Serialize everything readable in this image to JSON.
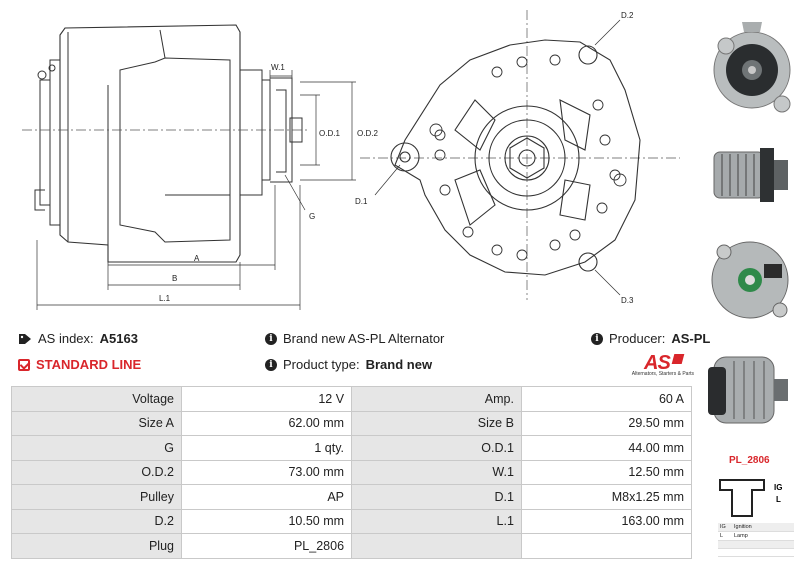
{
  "drawing": {
    "labels": {
      "w1": "W.1",
      "od1": "O.D.1",
      "od2": "O.D.2",
      "g": "G",
      "a": "A",
      "b": "B",
      "l1": "L.1",
      "d1": "D.1",
      "d2": "D.2",
      "d3": "D.3"
    }
  },
  "info": {
    "as_index_label": "AS index:",
    "as_index_value": "A5163",
    "brand_label": "Brand new AS-PL Alternator",
    "producer_label": "Producer:",
    "producer_value": "AS-PL",
    "standard_line": "STANDARD LINE",
    "product_type_label": "Product type:",
    "product_type_value": "Brand new",
    "logo_tagline": "Alternators, Starters & Parts",
    "logo_text": "AS"
  },
  "specs": [
    [
      "Voltage",
      "12 V",
      "Amp.",
      "60 A"
    ],
    [
      "Size A",
      "62.00 mm",
      "Size B",
      "29.50 mm"
    ],
    [
      "G",
      "1 qty.",
      "O.D.1",
      "44.00 mm"
    ],
    [
      "O.D.2",
      "73.00 mm",
      "W.1",
      "12.50 mm"
    ],
    [
      "Pulley",
      "AP",
      "D.1",
      "M8x1.25 mm"
    ],
    [
      "D.2",
      "10.50 mm",
      "L.1",
      "163.00 mm"
    ],
    [
      "Plug",
      "PL_2806",
      "",
      ""
    ]
  ],
  "plug": {
    "code": "PL_2806",
    "pins": [
      "IG",
      "L"
    ],
    "legend": [
      [
        "IG",
        "Ignition"
      ],
      [
        "L",
        "Lamp"
      ],
      [
        "",
        ""
      ],
      [
        "",
        ""
      ]
    ]
  },
  "colors": {
    "accent_red": "#d9262b",
    "label_gray": "#e6e6e6",
    "border_gray": "#c9c9c9"
  }
}
